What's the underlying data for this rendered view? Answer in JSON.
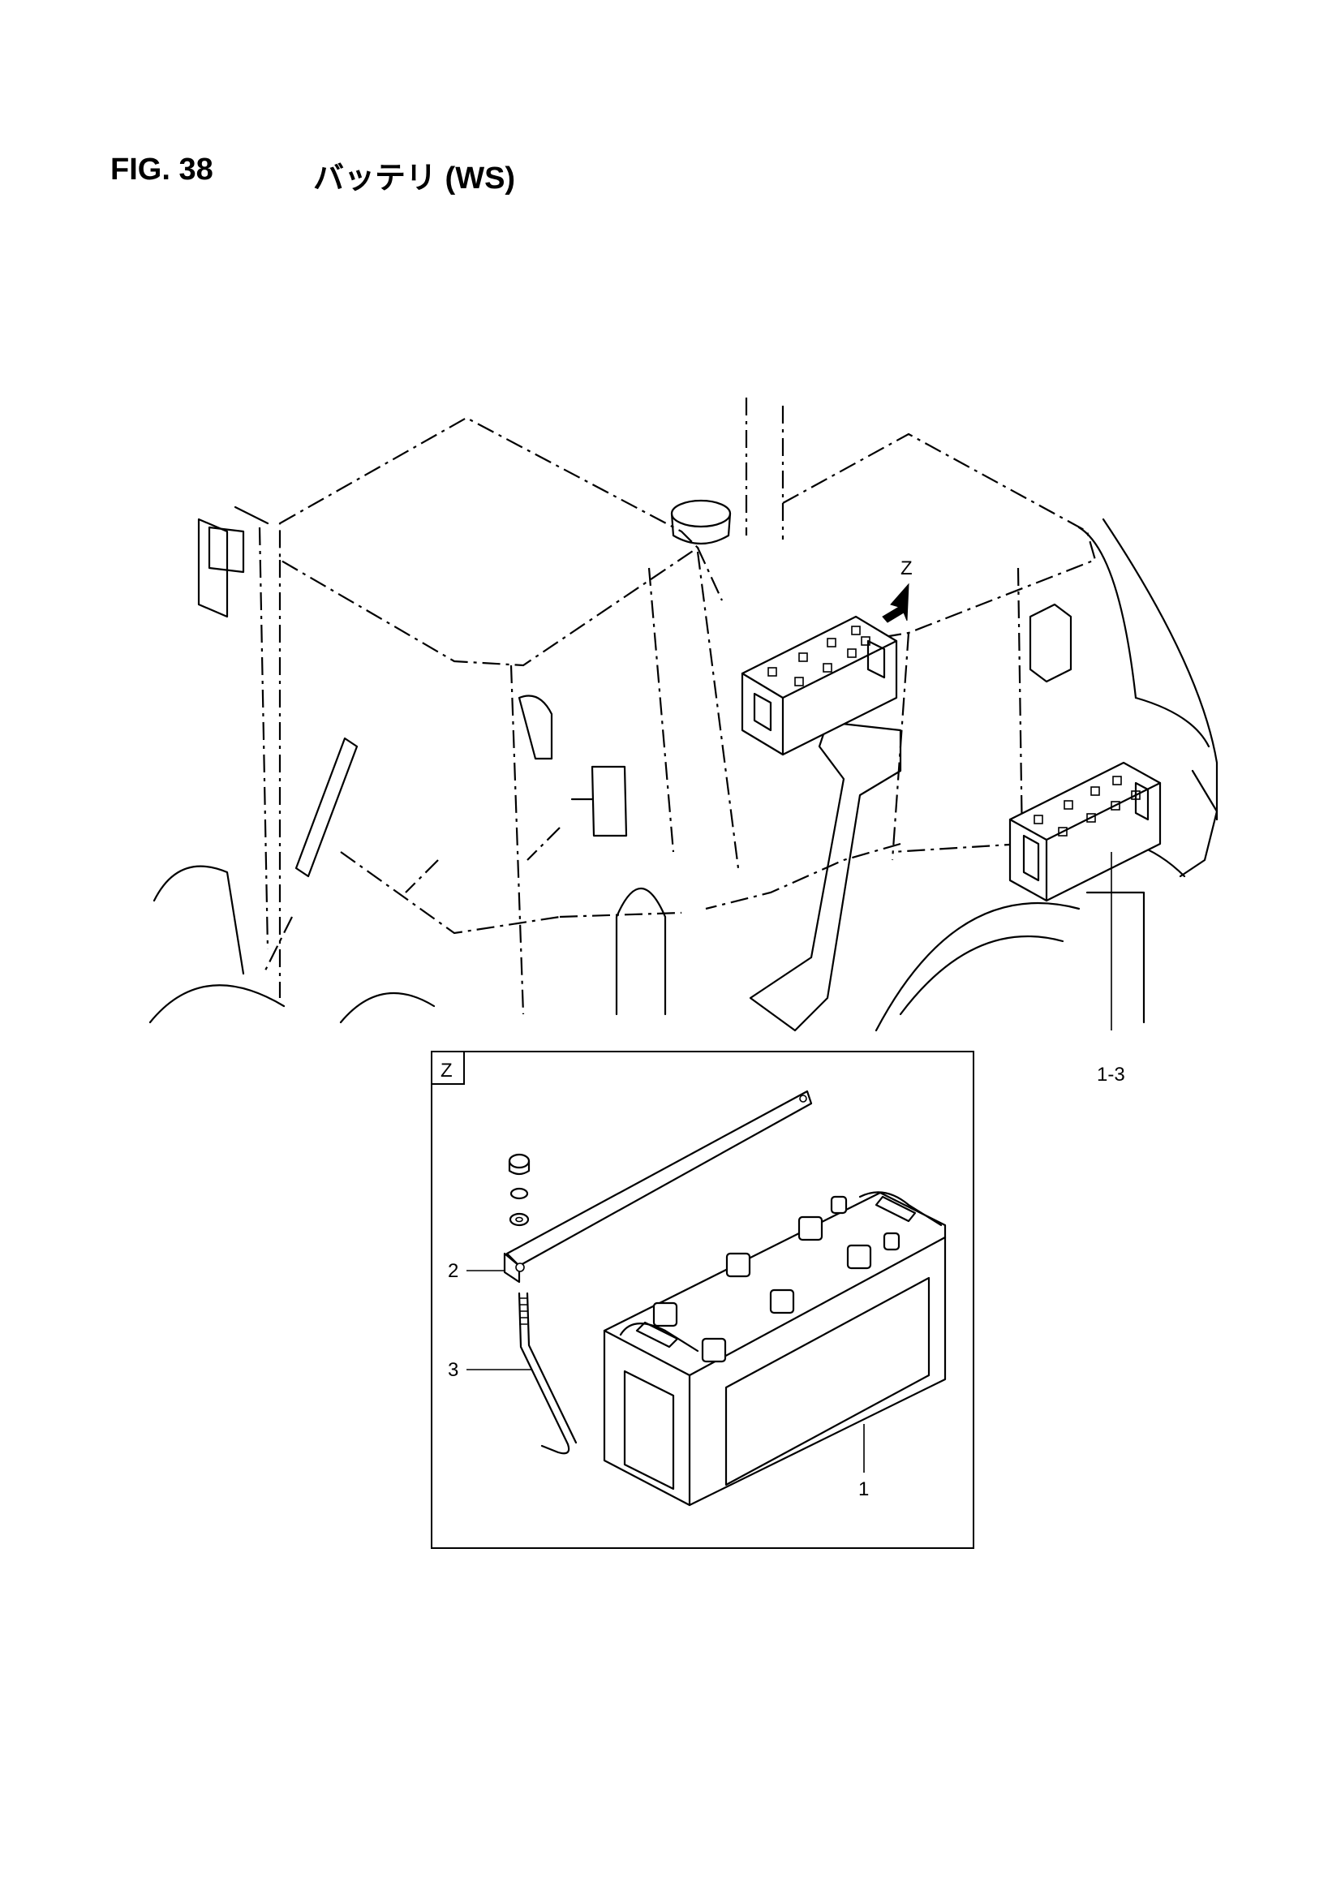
{
  "figure": {
    "number": "FIG. 38",
    "title": "バッテリ (WS)"
  },
  "callouts": {
    "view_marker": "Z",
    "detail_box_label": "Z",
    "part_1_3": "1-3",
    "part_1": "1",
    "part_2": "2",
    "part_3": "3"
  }
}
